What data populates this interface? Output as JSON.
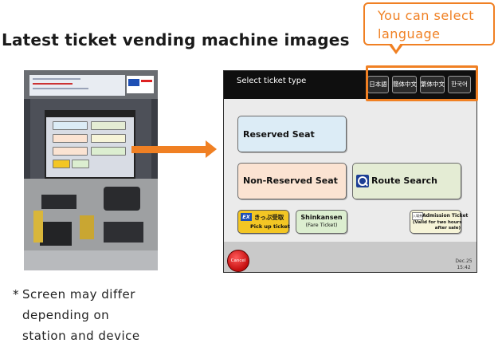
{
  "page_title": "Latest ticket vending machine images",
  "callout": {
    "line1": "You can select",
    "line2": "language",
    "accent_color": "#f08023"
  },
  "touch_screen": {
    "header_title": "Select ticket type",
    "languages": [
      "日本語",
      "簡体中文",
      "繁体中文",
      "한국어"
    ],
    "buttons": {
      "reserved_seat": "Reserved Seat",
      "non_reserved_seat": "Non-Reserved Seat",
      "route_search": "Route Search",
      "pickup_jp": "きっぷ受取",
      "pickup_en": "Pick up ticket",
      "pickup_logo": "EX",
      "shinkansen": "Shinkansen",
      "shinkansen_sub": "(Fare Ticket)",
      "admission_badge": "入場券",
      "admission_title": "Admission Ticket",
      "admission_sub1": "(Valid for two hours",
      "admission_sub2": "after sale)",
      "cancel": "Cancel"
    },
    "date": "Dec.25",
    "time": "15:42"
  },
  "note": {
    "star": "*",
    "lines": [
      "Screen may differ",
      "depending on",
      "station and device"
    ]
  }
}
